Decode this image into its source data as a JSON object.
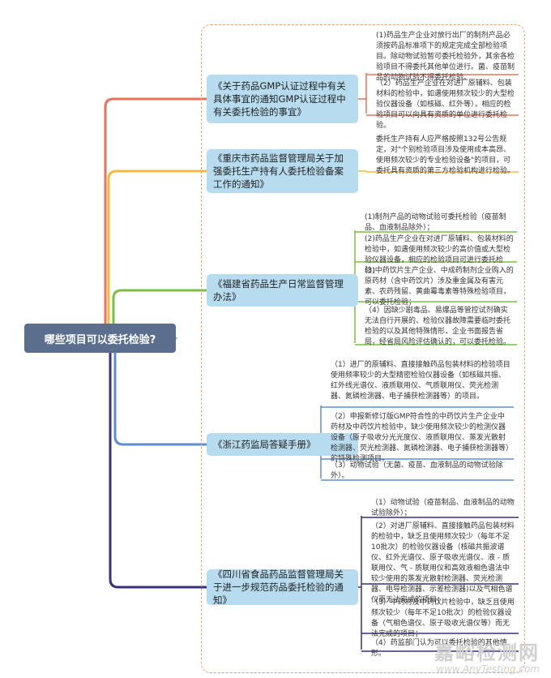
{
  "root": "哪些项目可以委托检验?",
  "branches": [
    {
      "title": "《关于药品GMP认证过程中有关具体事宜的通知GMP认证过程中有关委托检验的事宜》",
      "color": "#e8735a",
      "items": [
        "(1)药品生产企业对放行出厂的制剂产品必须按药品标准项下的规定完成全部检验项目。除动物试验暂可委托检验外，其余各检验项目不得委托其他单位进行。菌、疫苗制品的动物试验不得委托检验。",
        "（2）药品生产企业在对进厂原辅料、包装材料的检验中，如遇使用频次较少的大型检验仪器设备（如核磁、红外等），相应的检验项目可以向具有资质的单位进行委托检验。"
      ]
    },
    {
      "title": "《重庆市药品监督管理局关于加强委托生产持有人委托检验备案工作的通知》",
      "color": "#f5b93e",
      "items": [
        "委托生产持有人应严格按照132号公告规定，对\"个别检验项目涉及使用成本高昂、使用频次较少的专业检验设备\"的项目，可委托具有资质的第三方检验机构进行检验。"
      ]
    },
    {
      "title": "《福建省药品生产日常监督管理办法》",
      "color": "#7ac143",
      "items": [
        "(1)制剂产品的动物试验可委托检验（疫苗制品、血液制品除外）；",
        "(2)药品生产企业在对进厂原辅料、包装材料的检验中，如遇使用频次较少的高价值或大型检验仪器设备，相应的检验项目可进行委托检验；",
        "(3)中药饮片生产企业、中成药制剂企业购入的原药材（含中药饮片）涉及重金属及有害元素、农药残留、黄曲霉毒素等特殊检验项目，可以委托检验；",
        "（4）因缺少剧毒品、易爆品等管控试剂确实无法自行开展的、检验仪器故障需要临时委托检验的以及其他特殊情形，企业书面报告省局，经省局风险评估确认的，可以委托检验。"
      ]
    },
    {
      "title": "《浙江药监局答疑手册》",
      "color": "#5b8ed6",
      "items": [
        "（1）进厂的原辅料、直接接触药品包装材料的检验项目使用频率较少的大型精密检验仪器设备（如核磁共振、红外线光谱仪、液质联用仪、气质联用仪、荧光检测器、氮磷检测器、电子捕获检测器等）的项目。",
        "（2）申报新修订版GMP符合性的中药饮片生产企业中药材及中药饮片检验中，缺少使用频次较少的检测仪器设备（原子吸收分光光度仪、液质联用仪、蒸发光散射检测器、荧光检测器、氮磷检测器、电子捕获检测器等）的特殊检测项目。",
        "（3）动物试验（无菌、疫苗、血液制品的动物试验除外）。"
      ]
    },
    {
      "title": "《四川省食品药品监督管理局关于进一步规范药品委托检验的通知》",
      "color": "#3a2f7a",
      "items": [
        "（1）动物试验（疫苗制品、血液制品的动物试验除外）；",
        "（2）对进厂原辅料、直接接触药品包装材料的检验中，缺乏且使用频次较少（每年不足10批次）的检验仪器设备（核磁共振波谱仪、红外光谱仪、原子吸收光谱仪、液 - 质联用仪、气 - 质联用仪和高效液相色谱法中较少使用的蒸发光散射检测器、荧光检测器、电导检测器、示差检测器)以及气相色谱仪而无法完成的项目；",
        "（3）中药材及中药饮片检验中，缺乏且使用频次较少（每年不足10批次）的检验仪器设备（气相色谱仪、原子吸收光谱仪等）而无法完成的项目；",
        "（4）药监部门认为可以委托检验的其他情形。"
      ]
    }
  ],
  "watermark": {
    "cn": "嘉峪检测网",
    "en": "www.AnyTesting.com"
  }
}
